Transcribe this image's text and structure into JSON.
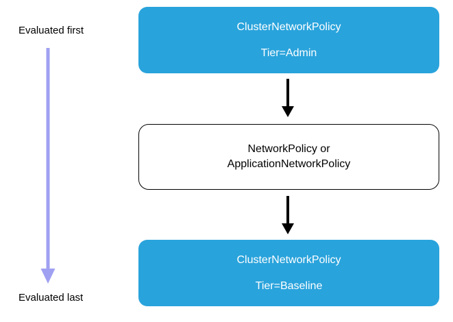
{
  "diagram": {
    "timeline": {
      "first_label": "Evaluated first",
      "last_label": "Evaluated last"
    },
    "nodes": {
      "admin": {
        "title": "ClusterNetworkPolicy",
        "subtitle": "Tier=Admin"
      },
      "middle": {
        "line1": "NetworkPolicy or",
        "line2": "ApplicationNetworkPolicy"
      },
      "baseline": {
        "title": "ClusterNetworkPolicy",
        "subtitle": "Tier=Baseline"
      }
    }
  },
  "colors": {
    "node_blue": "#29A3DC",
    "arrow_black": "#000000",
    "timeline_purple": "#A0A0F2",
    "text_on_blue": "#FFFFFF",
    "text_dark": "#000000",
    "canvas_bg": "#FFFFFF"
  }
}
